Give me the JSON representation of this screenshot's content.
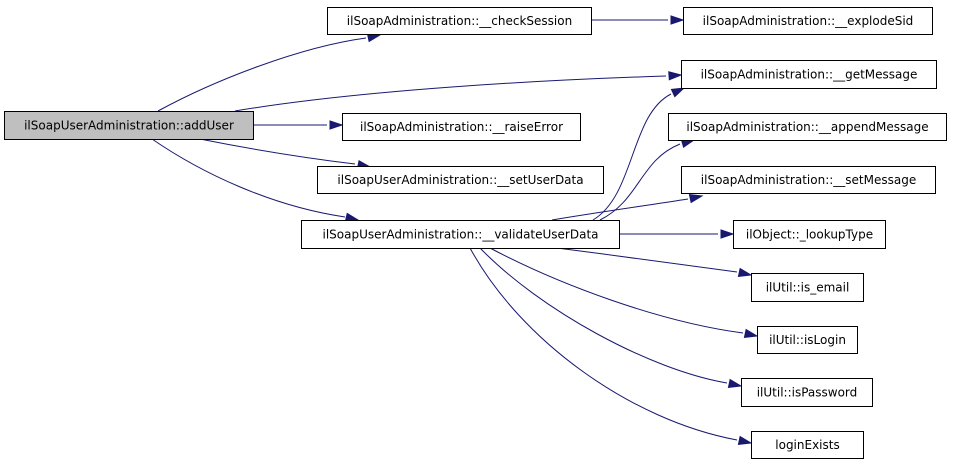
{
  "diagram": {
    "type": "call-graph",
    "nodes": [
      {
        "id": "root",
        "label": "ilSoapUserAdministration::addUser",
        "highlighted": true
      },
      {
        "id": "checkSession",
        "label": "ilSoapAdministration::__checkSession"
      },
      {
        "id": "explodeSid",
        "label": "ilSoapAdministration::__explodeSid"
      },
      {
        "id": "getMessage",
        "label": "ilSoapAdministration::__getMessage"
      },
      {
        "id": "raiseError",
        "label": "ilSoapAdministration::__raiseError"
      },
      {
        "id": "appendMessage",
        "label": "ilSoapAdministration::__appendMessage"
      },
      {
        "id": "setUserData",
        "label": "ilSoapUserAdministration::__setUserData"
      },
      {
        "id": "setMessage",
        "label": "ilSoapAdministration::__setMessage"
      },
      {
        "id": "validateUserData",
        "label": "ilSoapUserAdministration::__validateUserData"
      },
      {
        "id": "lookupType",
        "label": "ilObject::_lookupType"
      },
      {
        "id": "isEmail",
        "label": "ilUtil::is_email"
      },
      {
        "id": "isLogin",
        "label": "ilUtil::isLogin"
      },
      {
        "id": "isPassword",
        "label": "ilUtil::isPassword"
      },
      {
        "id": "loginExists",
        "label": "loginExists"
      }
    ],
    "edges": [
      {
        "from": "root",
        "to": "checkSession"
      },
      {
        "from": "root",
        "to": "getMessage"
      },
      {
        "from": "root",
        "to": "raiseError"
      },
      {
        "from": "root",
        "to": "setUserData"
      },
      {
        "from": "root",
        "to": "validateUserData"
      },
      {
        "from": "checkSession",
        "to": "explodeSid"
      },
      {
        "from": "validateUserData",
        "to": "getMessage"
      },
      {
        "from": "validateUserData",
        "to": "appendMessage"
      },
      {
        "from": "validateUserData",
        "to": "setMessage"
      },
      {
        "from": "validateUserData",
        "to": "lookupType"
      },
      {
        "from": "validateUserData",
        "to": "isEmail"
      },
      {
        "from": "validateUserData",
        "to": "isLogin"
      },
      {
        "from": "validateUserData",
        "to": "isPassword"
      },
      {
        "from": "validateUserData",
        "to": "loginExists"
      }
    ],
    "colors": {
      "edge": "#191970",
      "root_fill": "#bfbfbf",
      "node_fill": "#ffffff",
      "node_border": "#000000"
    }
  }
}
